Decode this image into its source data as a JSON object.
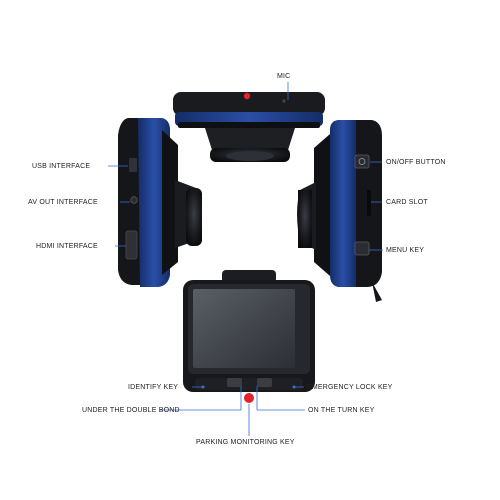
{
  "labels": {
    "mic": "MIC",
    "usb": "USB INTERFACE",
    "av_out": "AV OUT INTERFACE",
    "hdmi": "HDMI INTERFACE",
    "on_off": "ON/OFF BUTTON",
    "card_slot": "CARD SLOT",
    "menu": "MENU KEY",
    "identify": "IDENTIFY KEY",
    "double_bond": "UNDER THE DOUBLE BOND",
    "emergency": "EMERGENCY LOCK KEY",
    "turn_key": "ON THE TURN KEY",
    "parking": "PARKING MONITORING KEY"
  },
  "colors": {
    "body_blue": "#1f3f8a",
    "body_dark": "#15161a",
    "leader_line": "#3a6fd0",
    "accent_red": "#e0242a"
  }
}
